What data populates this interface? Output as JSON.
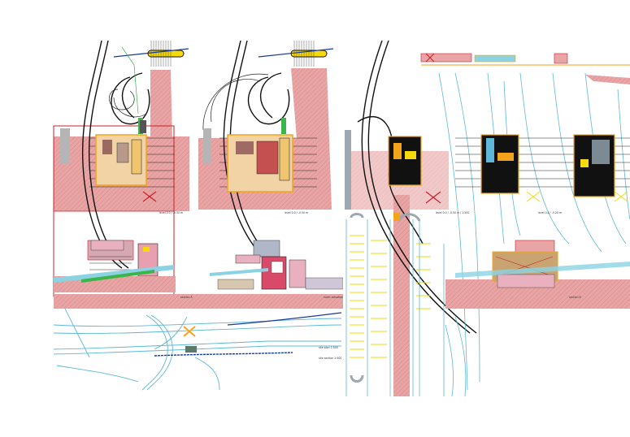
{
  "sheet": {
    "labels": {
      "level_a": "level 0.0 / -6.50 m",
      "level_b": "level 0.0 / -0.50 m",
      "level_c": "level 0.0 / -0.50 m / 1:500",
      "level_d": "level 0.0 / -5.20 m",
      "section_a": "section A",
      "section_b": "north elevation",
      "section_c": "section B",
      "site_plan": "site plan 1:500",
      "site_section": "site section 1:500"
    },
    "colors": {
      "hatch_pink": "#e7a0a0",
      "orange": "#f2a51a",
      "black": "#111111",
      "cyan": "#5fb7d9",
      "blue": "#1a3a9a",
      "red": "#c8202a",
      "green": "#3ab54a",
      "yellow": "#f5d90a"
    }
  }
}
